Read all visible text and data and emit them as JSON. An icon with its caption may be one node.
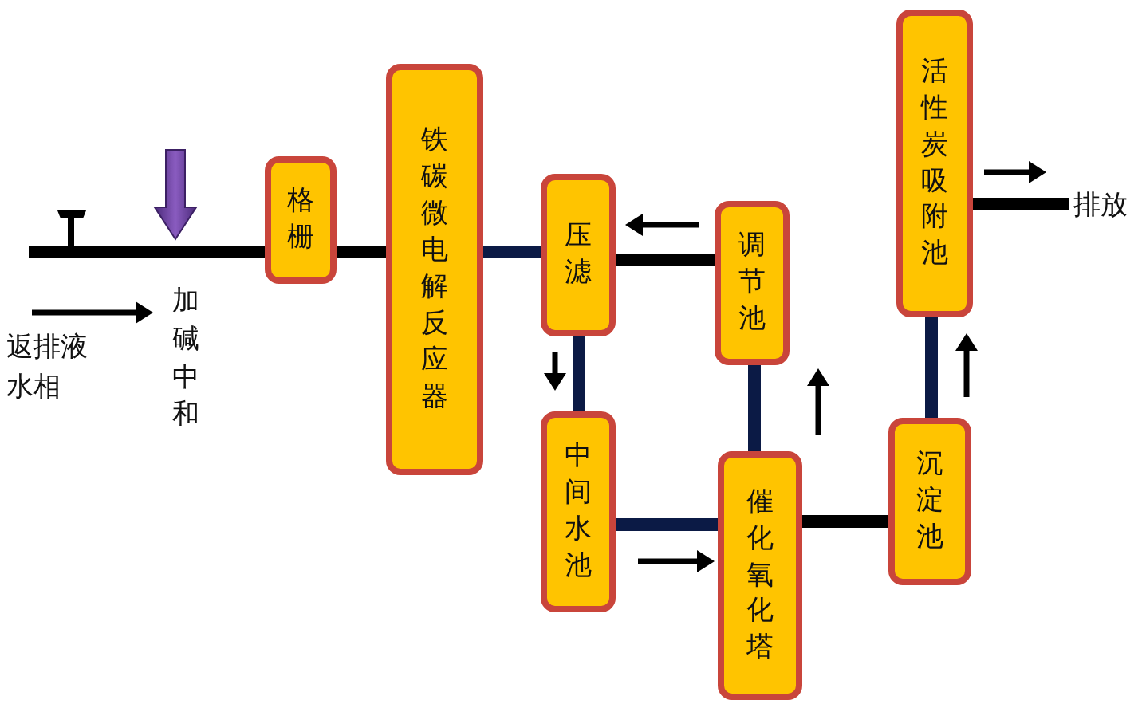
{
  "diagram": {
    "nodes": [
      {
        "text": [
          "格栅"
        ]
      },
      {
        "text": [
          "铁碳微电解反应器"
        ]
      },
      {
        "text": [
          "压滤"
        ]
      },
      {
        "text": [
          "调节池"
        ]
      },
      {
        "text": [
          "中间水池"
        ]
      },
      {
        "text": [
          "催化氧化塔"
        ]
      },
      {
        "text": [
          "沉淀池"
        ]
      },
      {
        "text": [
          "活性炭吸附池"
        ]
      },
      {
        "text": [
          "排放"
        ]
      }
    ],
    "edges": [
      {
        "from": null,
        "to": 0,
        "arrow": "none"
      },
      {
        "from": 0,
        "to": 1,
        "arrow": "none"
      },
      {
        "from": 1,
        "to": 2,
        "arrow": "none",
        "color": "#0b1a45"
      },
      {
        "from": 2,
        "to": 3,
        "arrow": "none"
      },
      {
        "from": 2,
        "to": 4,
        "arrow": "none",
        "color": "#0b1a45"
      },
      {
        "from": 4,
        "to": 5,
        "arrow": "none",
        "color": "#0b1a45"
      },
      {
        "from": 3,
        "to": 5,
        "arrow": "none",
        "color": "#0b1a45"
      },
      {
        "from": 5,
        "to": 6,
        "arrow": "none"
      },
      {
        "from": 6,
        "to": 7,
        "arrow": "none",
        "color": "#0b1a45"
      },
      {
        "from": 7,
        "to": 8,
        "arrow": "none"
      }
    ],
    "labels": [
      "返排液水相",
      "加碱中和"
    ]
  }
}
